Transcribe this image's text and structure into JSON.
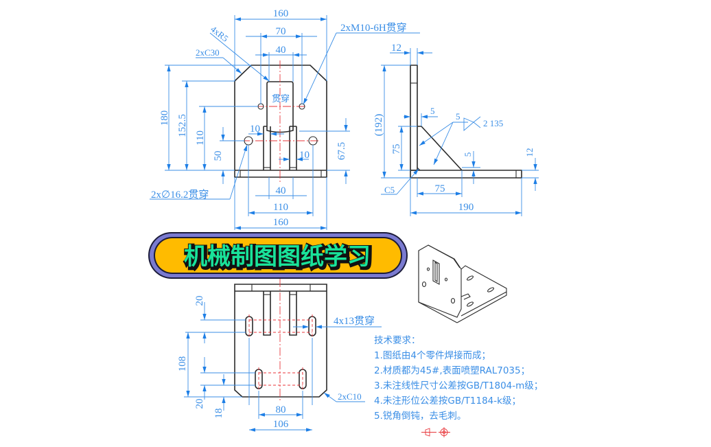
{
  "banner": {
    "title": "机械制图图纸学习",
    "fill_color": "#ffbb00",
    "border_color": "#7a7ad0",
    "text_color": "#19e39a"
  },
  "front_view": {
    "dims": {
      "overall_width_top": "160",
      "width_70": "70",
      "width_40_top": "40",
      "corner_radius": "4xR5",
      "chamfer_top": "2xC30",
      "thread_callout": "2xM10-6H贯穿",
      "slot_label": "贯穿",
      "height_180": "180",
      "height_152_5": "152.5",
      "height_110": "110",
      "height_50": "50",
      "rib_10_left": "10",
      "rib_10_right": "10",
      "height_67_5": "67.5",
      "hole_callout": "2x∅16.2贯穿",
      "width_40_bottom": "40",
      "width_110": "110",
      "overall_width_bottom": "160"
    }
  },
  "side_view": {
    "dims": {
      "thickness_12_top": "12",
      "height_192": "(192)",
      "weld_5": "5",
      "weld_symbol_size": "5",
      "weld_symbol_spec": "2 135",
      "rib_height_75": "75",
      "rib_offset_5": "5",
      "base_thickness_12": "12",
      "chamfer_c5": "C5",
      "rib_length_75": "75",
      "overall_length_190": "190"
    }
  },
  "top_view": {
    "dims": {
      "offset_20_top": "20",
      "slot_callout": "4x13贯穿",
      "height_108": "108",
      "offset_20_bottom": "20",
      "offset_18": "18",
      "slot_spacing_80": "80",
      "slot_spacing_106": "106",
      "chamfer_bottom": "2xC10"
    }
  },
  "technical_requirements": {
    "heading": "技术要求：",
    "items": [
      "1.图纸由4个零件焊接而成；",
      "2.材质都为45#,表面喷塑RAL7035；",
      "3.未注线性尺寸公差按GB/T1804-m级；",
      "4.未注形位公差按GB/T1184-k级；",
      "5.锐角倒钝，去毛刺。"
    ]
  },
  "colors": {
    "dimension": "#3a8ee6",
    "object_line": "#2a2a2a",
    "center_line": "#e8353a"
  }
}
